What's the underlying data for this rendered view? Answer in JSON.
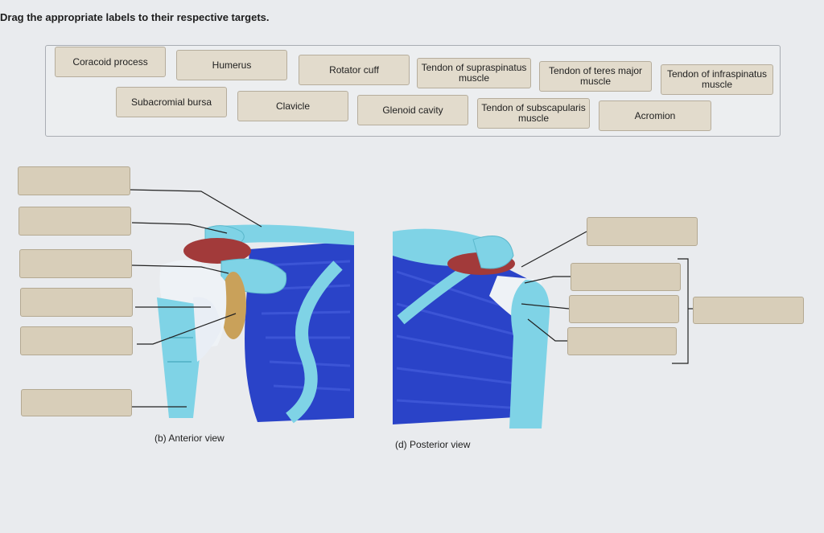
{
  "instruction": "Drag the appropriate labels to their respective targets.",
  "label_bank": [
    "Coracoid process",
    "Humerus",
    "Rotator cuff",
    "Tendon of supraspinatus muscle",
    "Tendon of teres major muscle",
    "Tendon of infraspinatus muscle",
    "Subacromial bursa",
    "Clavicle",
    "Glenoid cavity",
    "Tendon of subscapularis muscle",
    "Acromion"
  ],
  "captions": {
    "anterior": "(b) Anterior view",
    "posterior": "(d) Posterior view"
  },
  "colors": {
    "bone": "#7fd3e6",
    "muscle": "#2a43c8",
    "bursa": "#a23a3a",
    "tendon": "#e9eef5",
    "tile": "#e2dbcc",
    "target": "#d8ceb9"
  }
}
